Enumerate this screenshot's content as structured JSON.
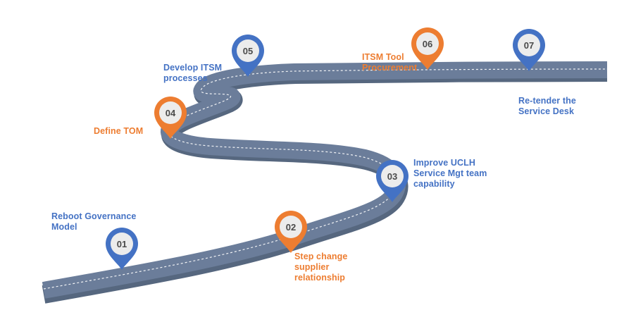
{
  "colors": {
    "blue": "#4472C4",
    "orange": "#ED7D31",
    "road": "#6B7D9A",
    "road_edge": "#56677F",
    "road_dash": "#FFFFFF",
    "pin_center": "#ECECEC",
    "num_text": "#4A4A4A"
  },
  "milestones": [
    {
      "number": "01",
      "label": "Reboot Governance\nModel",
      "color": "blue",
      "icon": "map-pin-icon"
    },
    {
      "number": "02",
      "label": "Step change\nsupplier\nrelationship",
      "color": "orange",
      "icon": "map-pin-icon"
    },
    {
      "number": "03",
      "label": "Improve UCLH\nService Mgt team\ncapability",
      "color": "blue",
      "icon": "map-pin-icon"
    },
    {
      "number": "04",
      "label": "Define TOM",
      "color": "orange",
      "icon": "map-pin-icon"
    },
    {
      "number": "05",
      "label": "Develop ITSM\nprocesses",
      "color": "blue",
      "icon": "map-pin-icon"
    },
    {
      "number": "06",
      "label": "ITSM Tool\nProcurement",
      "color": "orange",
      "icon": "map-pin-icon"
    },
    {
      "number": "07",
      "label": "Re-tender the\nService Desk",
      "color": "blue",
      "icon": "map-pin-icon"
    }
  ]
}
